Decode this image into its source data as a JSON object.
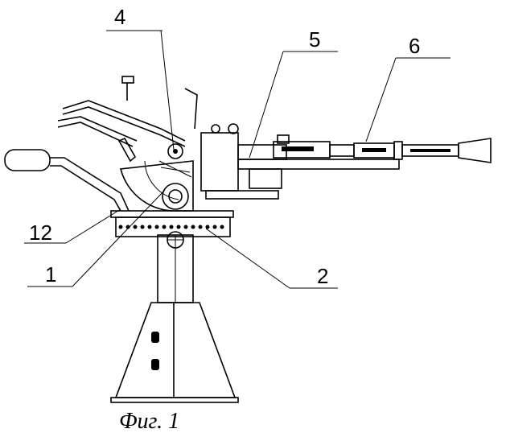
{
  "figure": {
    "caption": "Фиг. 1",
    "labels": {
      "l4": "4",
      "l5": "5",
      "l6": "6",
      "l12": "12",
      "l1": "1",
      "l2": "2"
    }
  }
}
